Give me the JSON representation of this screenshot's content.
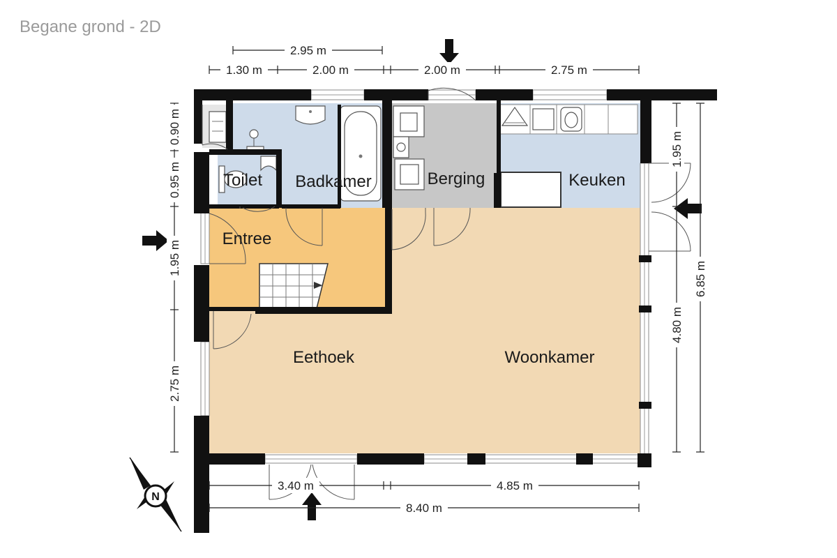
{
  "title": "Begane grond - 2D",
  "rooms": {
    "toilet": "Toilet",
    "badkamer": "Badkamer",
    "berging": "Berging",
    "keuken": "Keuken",
    "entree": "Entree",
    "eethoek": "Eethoek",
    "woonkamer": "Woonkamer"
  },
  "dimensions": {
    "top_295": "2.95 m",
    "top_130": "1.30 m",
    "top_200a": "2.00 m",
    "top_200b": "2.00 m",
    "top_275": "2.75 m",
    "left_090": "0.90 m",
    "left_095": "0.95 m",
    "left_195": "1.95 m",
    "left_275": "2.75 m",
    "right_195": "1.95 m",
    "right_480": "4.80 m",
    "right_685": "6.85 m",
    "bottom_340": "3.40 m",
    "bottom_485": "4.85 m",
    "bottom_840": "8.40 m"
  },
  "compass": {
    "letter": "N"
  },
  "colors": {
    "living": "#f2d9b4",
    "entree": "#f6c77c",
    "wet": "#cedbea",
    "storage": "#c7c7c7",
    "wall": "#111111"
  }
}
